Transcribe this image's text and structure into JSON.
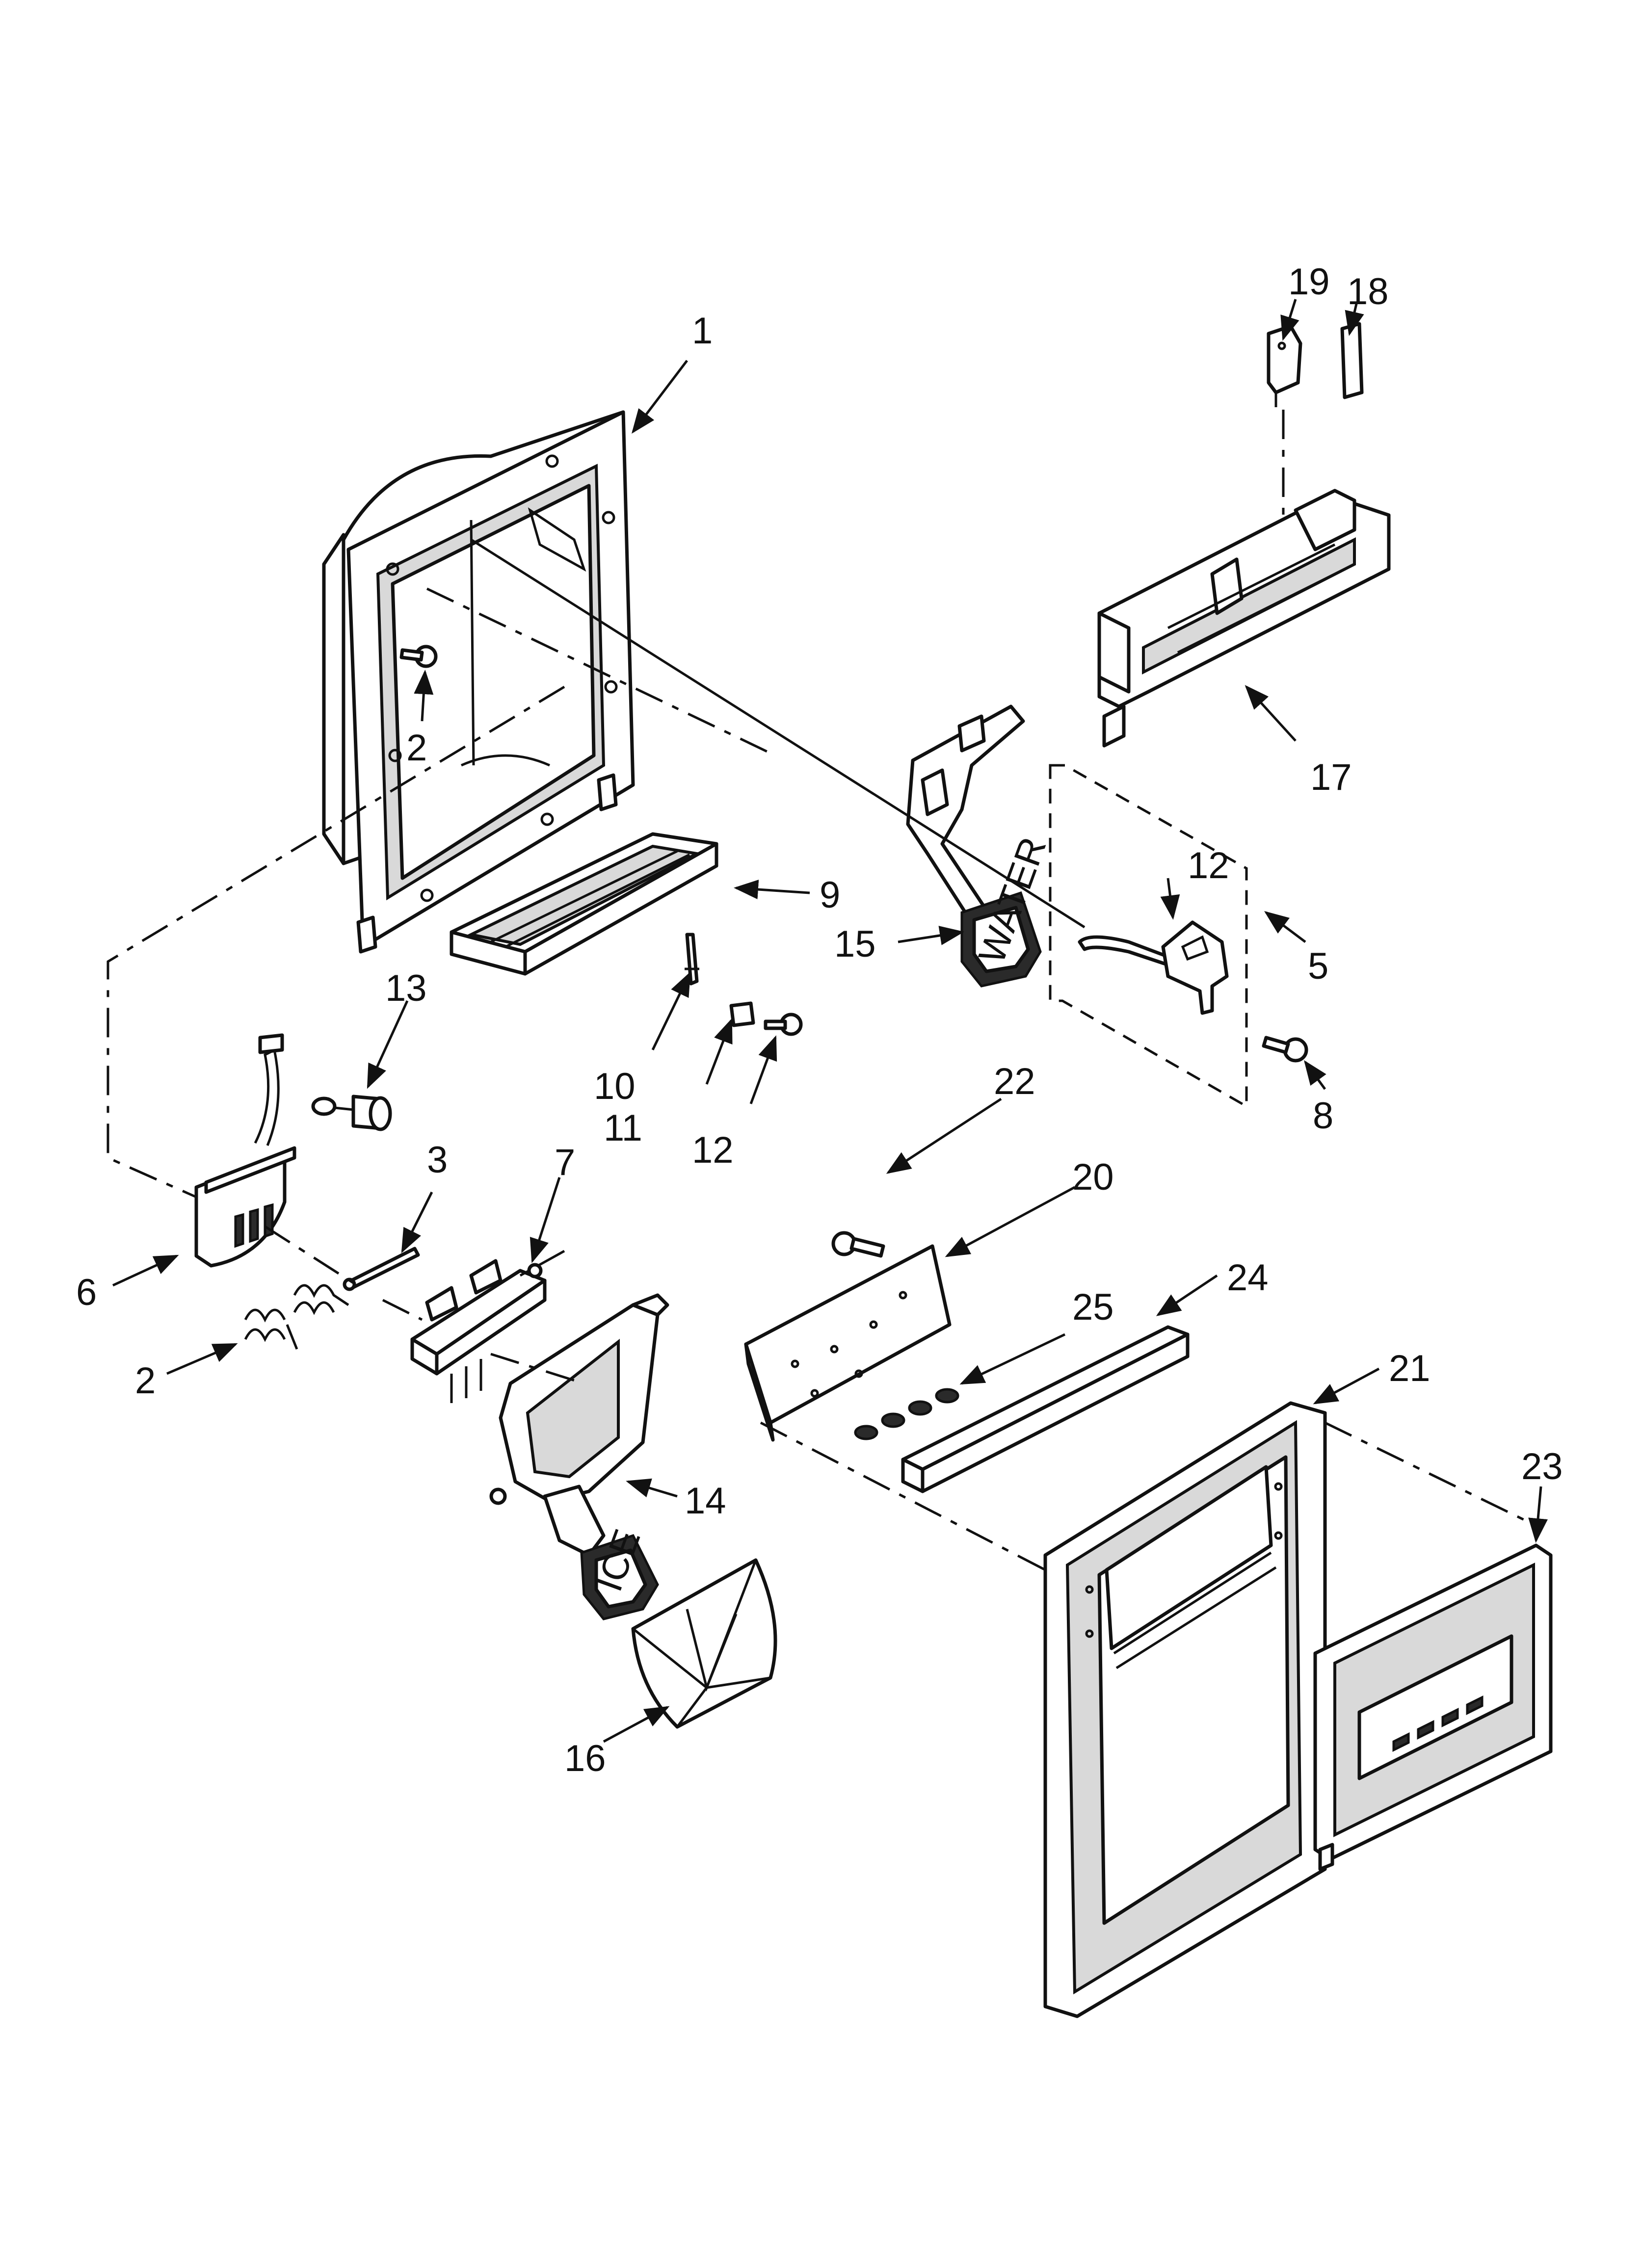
{
  "callouts": {
    "c1": "1",
    "c2a": "2",
    "c2b": "2",
    "c3": "3",
    "c5": "5",
    "c6": "6",
    "c7": "7",
    "c8": "8",
    "c9": "9",
    "c10": "10",
    "c11": "11",
    "c12a": "12",
    "c12b": "12",
    "c13": "13",
    "c14": "14",
    "c15": "15",
    "c16": "16",
    "c17": "17",
    "c18": "18",
    "c19": "19",
    "c20": "20",
    "c21": "21",
    "c22": "22",
    "c23": "23",
    "c24": "24",
    "c25": "25"
  },
  "part_marks": {
    "ice_pad": "ICE",
    "water_pad": "WATER"
  }
}
